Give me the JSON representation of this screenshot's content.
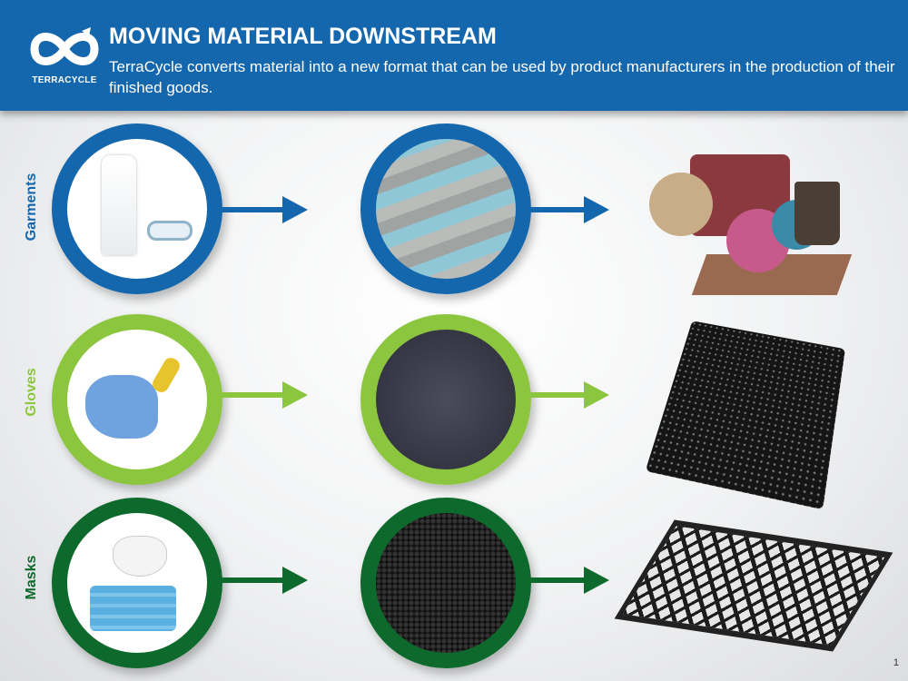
{
  "header": {
    "logo_text": "TERRACYCLE",
    "title": "MOVING MATERIAL DOWNSTREAM",
    "subtitle": "TerraCycle converts material into a new format that can be used by product manufacturers in the production of their finished goods."
  },
  "rows": [
    {
      "label": "Garments",
      "color": "#1467ad",
      "input": "coveralls-and-goggles",
      "material": "plastic-pellets",
      "product": "plastic-household-goods"
    },
    {
      "label": "Gloves",
      "color": "#8cc63f",
      "input": "nitrile-gloves-and-earplugs",
      "material": "black-granules",
      "product": "rubber-floor-tile"
    },
    {
      "label": "Masks",
      "color": "#0e6a2c",
      "input": "face-masks",
      "material": "black-crumb",
      "product": "plastic-pallet"
    }
  ],
  "page_number": "1"
}
